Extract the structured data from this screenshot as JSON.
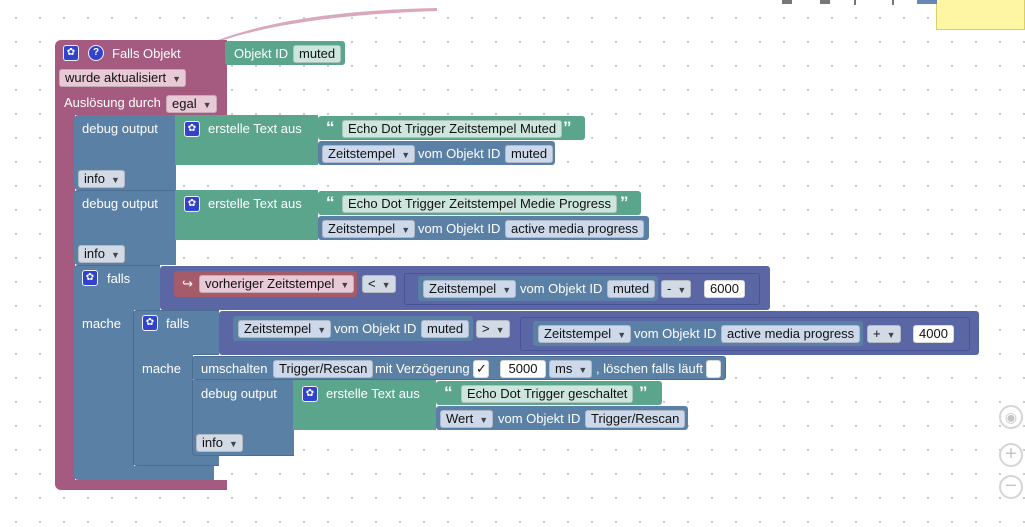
{
  "trigger": {
    "title": "Falls Objekt",
    "objekt_id_label": "Objekt ID",
    "objekt_id_value": "muted",
    "event_option": "wurde aktualisiert",
    "ausloesung_label": "Auslösung durch",
    "ausloesung_value": "egal"
  },
  "debug1": {
    "label": "debug output",
    "create_text": "erstelle Text aus",
    "text": "Echo Dot Trigger Zeitstempel Muted",
    "ts_option": "Zeitstempel",
    "vom_label": "vom Objekt ID",
    "object_id": "muted",
    "level": "info"
  },
  "debug2": {
    "label": "debug output",
    "create_text": "erstelle Text aus",
    "text": "Echo Dot Trigger Zeitstempel Medie Progress",
    "ts_option": "Zeitstempel",
    "vom_label": "vom Objekt ID",
    "object_id": "active media progress",
    "level": "info"
  },
  "if1": {
    "falls_label": "falls",
    "mache_label": "mache",
    "var_label": "vorheriger Zeitstempel",
    "operator": "<",
    "ts_option": "Zeitstempel",
    "vom_label": "vom Objekt ID",
    "object_id": "muted",
    "math_op": "-",
    "number": "6000"
  },
  "if2": {
    "falls_label": "falls",
    "mache_label": "mache",
    "left_ts": "Zeitstempel",
    "left_vom": "vom Objekt ID",
    "left_id": "muted",
    "operator": ">",
    "right_ts": "Zeitstempel",
    "right_vom": "vom Objekt ID",
    "right_id": "active media progress",
    "math_op": "+",
    "number": "4000"
  },
  "toggle": {
    "label": "umschalten",
    "target": "Trigger/Rescan",
    "delay_label": "mit Verzögerung",
    "check": "✓",
    "delay_value": "5000",
    "unit": "ms",
    "clear_label": ", löschen falls läuft"
  },
  "debug3": {
    "label": "debug output",
    "create_text": "erstelle Text aus",
    "text": "Echo Dot Trigger geschaltet",
    "val_option": "Wert",
    "vom_label": "vom Objekt ID",
    "object_id": "Trigger/Rescan",
    "level": "info"
  },
  "colors": {
    "trigger": "#a55b80",
    "debug": "#5b80a5",
    "text": "#5ba58c",
    "if": "#5b80a5",
    "compare": "#5b67a5",
    "variable": "#a55b6a",
    "note": "#fff7a8"
  }
}
